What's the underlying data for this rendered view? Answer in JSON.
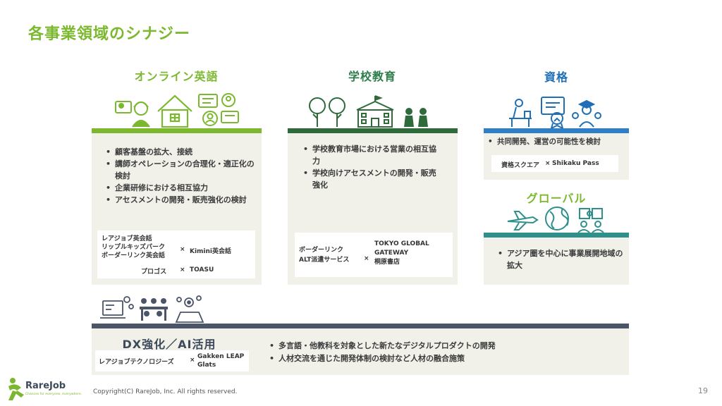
{
  "title": "各事業領域のシナジー",
  "sections": {
    "online": {
      "heading": "オンライン英語",
      "bullets": [
        "顧客基盤の拡大、接続",
        "講師オペレーションの合理化・適正化の検討",
        "企業研修における相互協力",
        "アセスメントの開発・販売強化の検討"
      ],
      "partners": {
        "left": [
          "レアジョブ英会話",
          "リップルキッズパーク",
          "ボーダーリンク英会話"
        ],
        "x1": "×",
        "right1": "Kimini英会話",
        "left2": "プロゴス",
        "x2": "×",
        "right2": "TOASU"
      }
    },
    "school": {
      "heading": "学校教育",
      "bullets": [
        "学校教育市場における営業の相互協力",
        "学校向けアセスメントの開発・販売強化"
      ],
      "partners": {
        "left": [
          "ボーダーリンク",
          "ALT派遣サービス"
        ],
        "x": "×",
        "right": [
          "TOKYO GLOBAL",
          "GATEWAY",
          "桐原書店"
        ]
      }
    },
    "shikaku": {
      "heading": "資格",
      "bullets": [
        "共同開発、運営の可能性を検討"
      ],
      "partners": {
        "left": "資格スクエア",
        "x": "×",
        "right": "Shikaku Pass"
      }
    },
    "global": {
      "heading": "グローバル",
      "bullets": [
        "アジア圏を中心に事業展開地域の拡大"
      ]
    },
    "dx": {
      "heading": "DX強化／AI活用",
      "bullets": [
        "多言語・他教科を対象とした新たなデジタルプロダクトの開発",
        "人材交流を通じた開発体制の検討など人材の融合施策"
      ],
      "partners": {
        "left": "レアジョブテクノロジーズ",
        "x": "×",
        "right": [
          "Gakken LEAP",
          "Glats"
        ]
      }
    }
  },
  "footer": {
    "logo_text": "RareJob",
    "logo_sub": "Chances for everyone, everywhere.",
    "copyright": "Copyright(C) RareJob, Inc. All rights reserved.",
    "page": "19"
  },
  "colors": {
    "green": "#7cb82f",
    "dark_green": "#2e6a3a",
    "blue": "#2f7fc6",
    "teal": "#2f8f8a",
    "slate": "#4a5568",
    "panel": "#f1f1ea"
  }
}
